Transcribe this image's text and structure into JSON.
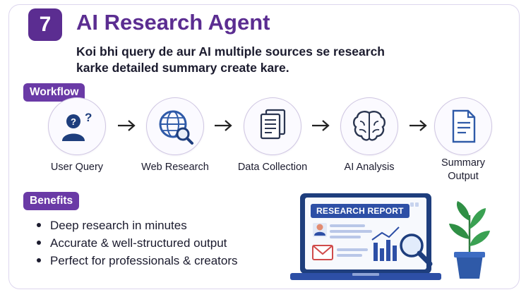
{
  "header": {
    "number": "7",
    "title": "AI Research Agent",
    "subtitle": "Koi bhi query de aur AI multiple sources se research karke detailed summary create kare."
  },
  "workflow": {
    "label": "Workflow",
    "steps": [
      {
        "label": "User Query",
        "icon": "user-question-icon"
      },
      {
        "label": "Web Research",
        "icon": "globe-search-icon"
      },
      {
        "label": "Data Collection",
        "icon": "documents-icon"
      },
      {
        "label": "AI Analysis",
        "icon": "brain-icon"
      },
      {
        "label": "Summary Output",
        "icon": "summary-document-icon"
      }
    ]
  },
  "benefits": {
    "label": "Benefits",
    "items": [
      "Deep research in minutes",
      "Accurate & well-structured output",
      "Perfect for professionals & creators"
    ]
  },
  "illustration": {
    "report_title": "RESEARCH REPORT"
  },
  "colors": {
    "purple": "#5b2d91",
    "pill": "#6a3aa6",
    "navy": "#2d4fa6",
    "icon_blue": "#2f5aa8"
  }
}
